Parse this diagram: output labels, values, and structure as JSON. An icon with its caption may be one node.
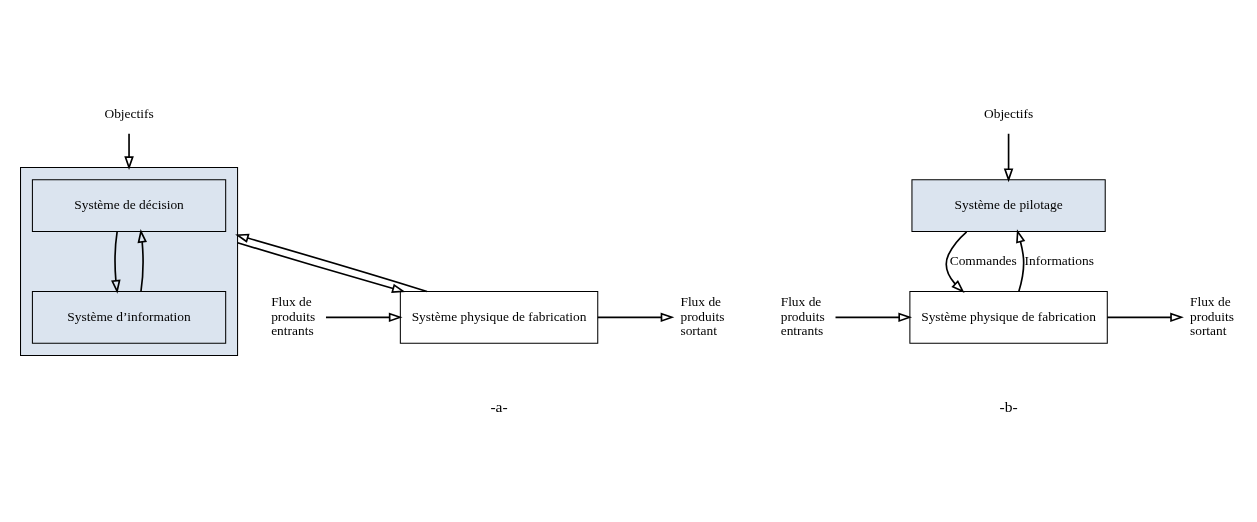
{
  "diagram": {
    "nodes": [
      {
        "text": [
          "Objectifs"
        ]
      },
      {
        "text": [],
        "shape": "box"
      },
      {
        "text": [
          "Système de décision"
        ],
        "in": 1
      },
      {
        "text": [
          "Système d’information"
        ],
        "in": 1
      },
      {
        "text": [
          "Flux de produits entrants"
        ]
      },
      {
        "text": [
          "Système physique de fabrication"
        ]
      },
      {
        "text": [
          "Flux de produits sortant"
        ]
      },
      {
        "text": [
          "Objectifs"
        ]
      },
      {
        "text": [
          "Système de pilotage"
        ]
      },
      {
        "text": [
          "Système physique de fabrication"
        ]
      },
      {
        "text": [
          "Flux de produits entrants"
        ]
      },
      {
        "text": [
          "Flux de produits sortant"
        ]
      }
    ],
    "edges": [
      {
        "from": 0,
        "to": 1,
        "arrow": "to"
      },
      {
        "from": 2,
        "to": 3,
        "arrow": "to"
      },
      {
        "from": 3,
        "to": 2,
        "arrow": "to"
      },
      {
        "from": 1,
        "to": 5,
        "arrow": "to"
      },
      {
        "from": 5,
        "to": 1,
        "arrow": "to"
      },
      {
        "from": 4,
        "to": 5,
        "arrow": "to"
      },
      {
        "from": 5,
        "to": 6,
        "arrow": "to"
      },
      {
        "from": 7,
        "to": 8,
        "arrow": "to"
      },
      {
        "from": 8,
        "to": 9,
        "label": "Commandes",
        "arrow": "to"
      },
      {
        "from": 9,
        "to": 8,
        "label": "Informations",
        "arrow": "to"
      },
      {
        "from": 10,
        "to": 9,
        "arrow": "to"
      },
      {
        "from": 9,
        "to": 11,
        "arrow": "to"
      }
    ],
    "labels": [
      "-a-",
      "-b-"
    ]
  }
}
